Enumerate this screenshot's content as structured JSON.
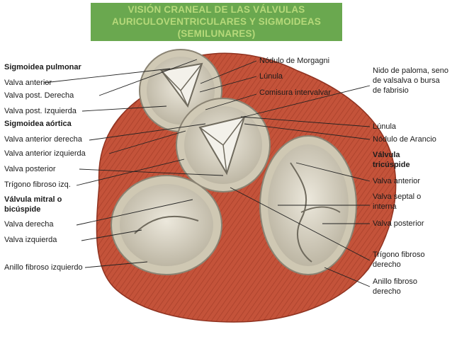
{
  "title": {
    "line1": "VISIÓN CRANEAL DE LAS VÁLVULAS",
    "line2": "AURICULOVENTRICULARES Y SIGMOIDEAS",
    "line3": "(SEMILUNARES)"
  },
  "left_labels": [
    "Sigmoidea pulmonar",
    "Valva anterior",
    "Valva post. Derecha",
    "Valva post. Izquierda",
    "Sigmoidea aórtica",
    "Valva anterior derecha",
    "Valva anterior izquierda",
    "Valva posterior",
    "Trígono fibroso izq.",
    "Válvula mitral o bicúspide",
    "Valva derecha",
    "Valva izquierda",
    "Anillo fibroso izquierdo"
  ],
  "center_labels": [
    "Nódulo de Morgagni",
    "Lúnula",
    "Comisura intervalvar"
  ],
  "right_labels": [
    "Nido de paloma, seno de valsalva o bursa de fabrisio",
    "Lúnula",
    "Nódulo de Arancio",
    "Válvula tricúspide",
    "Valva anterior",
    "Valva septal o interna",
    "Valva posterior",
    "Trígono fibroso derecho",
    "Anillo fibroso derecho"
  ],
  "colors": {
    "title_band": "#6aa84f",
    "title_text": "#b6d97a",
    "muscle": "#c8553a",
    "valve": "#d9d4c3"
  }
}
